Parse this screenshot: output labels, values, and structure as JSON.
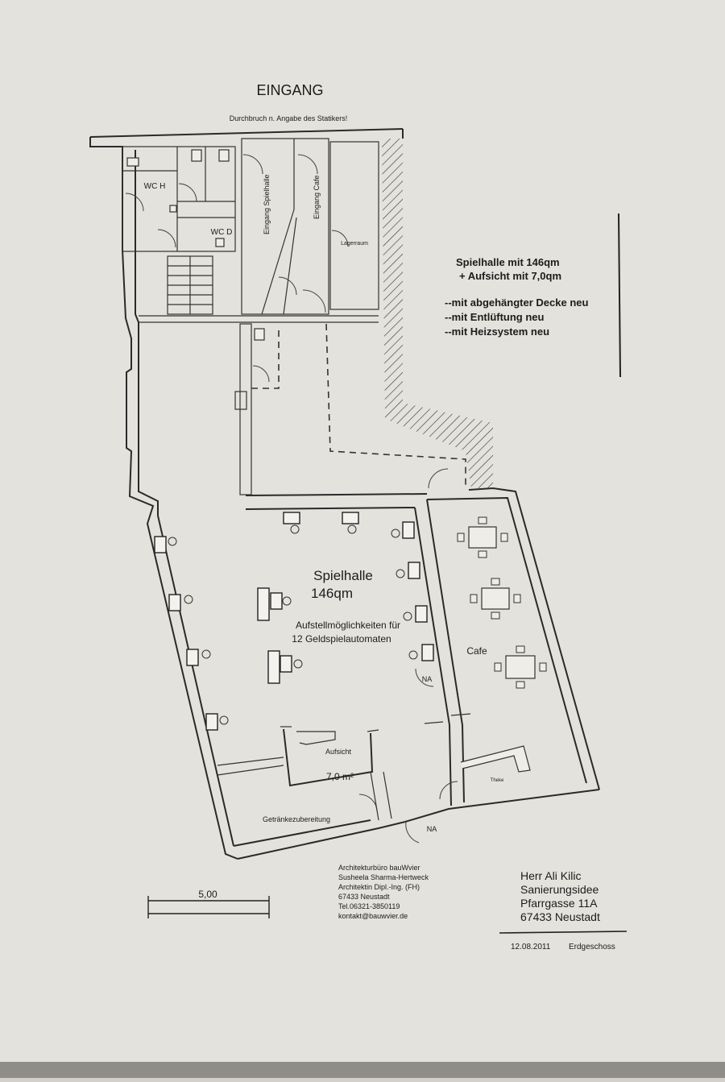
{
  "header": {
    "title": "EINGANG",
    "subtitle": "Durchbruch n. Angabe des Statikers!"
  },
  "rooms": {
    "wc_h": "WC H",
    "wc_d": "WC D",
    "eingang_spielhalle": "Eingang Spielhalle",
    "eingang_cafe": "Eingang Cafe",
    "lagerraum": "Lagerraum",
    "spielhalle_name": "Spielhalle",
    "spielhalle_area": "146qm",
    "aufstell_line1": "Aufstellmöglichkeiten für",
    "aufstell_line2": "12 Geldspielautomaten",
    "cafe": "Cafe",
    "na_1": "NA",
    "na_2": "NA",
    "aufsicht": "Aufsicht",
    "aufsicht_area": "7,0 m²",
    "theke": "Theke",
    "getraenke": "Getränkezubereitung"
  },
  "notes": {
    "line1": "Spielhalle mit 146qm",
    "line2": "+ Aufsicht mit 7,0qm",
    "line3": "--mit abgehängter Decke neu",
    "line4": "--mit Entlüftung neu",
    "line5": "--mit Heizsystem neu"
  },
  "scale": {
    "label": "5,00"
  },
  "architect": {
    "line1": "Architekturbüro bauWvier",
    "line2": "Susheela Sharma-Hertweck",
    "line3": "Architektin Dipl.-Ing. (FH)",
    "line4": "67433 Neustadt",
    "line5": "Tel.06321-3850119",
    "line6": "kontakt@bauwvier.de"
  },
  "client": {
    "line1": "Herr Ali Kilic",
    "line2": "Sanierungsidee",
    "line3": "Pfarrgasse 11A",
    "line4": "67433 Neustadt"
  },
  "footer": {
    "date": "12.08.2011",
    "floor": "Erdgeschoss"
  }
}
